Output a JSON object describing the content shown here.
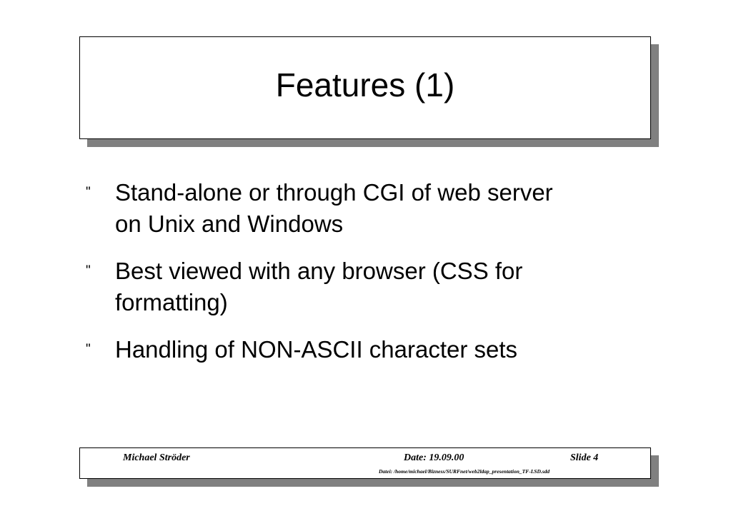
{
  "slide": {
    "title": "Features (1)",
    "bullet_symbol": "\"",
    "bullets": [
      {
        "line1": "Stand-alone or through CGI of web server",
        "line2": "on Unix and Windows"
      },
      {
        "line1": "Best viewed with any browser (CSS for",
        "line2": "formatting)"
      },
      {
        "line1": "Handling of NON-ASCII character sets",
        "line2": ""
      }
    ]
  },
  "footer": {
    "author": "Michael Ströder",
    "date": "Date: 19.09.00",
    "slide_number": "Slide 4",
    "file": "Datei: /home/michael/Bizness/SURFnet/web2ldap_presentation_TF-LSD.sdd"
  }
}
